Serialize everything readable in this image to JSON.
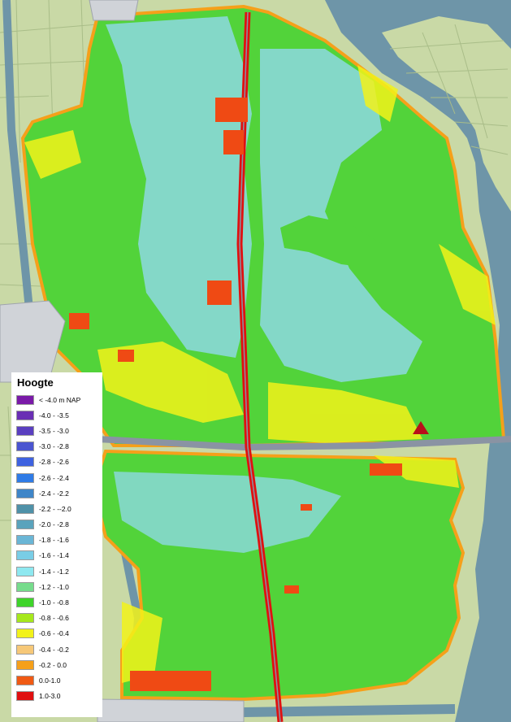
{
  "legend": {
    "title": "Hoogte",
    "classes": [
      {
        "label": "< -4.0 m NAP",
        "color": "#7a1aa8"
      },
      {
        "label": "-4.0 - -3.5",
        "color": "#6a2fb4"
      },
      {
        "label": "-3.5 - -3.0",
        "color": "#5a3fc0"
      },
      {
        "label": "-3.0 - -2.8",
        "color": "#4a55d0"
      },
      {
        "label": "-2.8 - -2.6",
        "color": "#3e62e0"
      },
      {
        "label": "-2.6 - -2.4",
        "color": "#2f7be6"
      },
      {
        "label": "-2.4 - -2.2",
        "color": "#3f86c8"
      },
      {
        "label": "-2.2 - --2.0",
        "color": "#4f91a8"
      },
      {
        "label": "-2.0 - -2.8",
        "color": "#5aa3bc"
      },
      {
        "label": "-1.8 - -1.6",
        "color": "#6ab6d6"
      },
      {
        "label": "-1.6 - -1.4",
        "color": "#79cde6"
      },
      {
        "label": "-1.4 - -1.2",
        "color": "#8ee8f0"
      },
      {
        "label": "-1.2 - -1.0",
        "color": "#76dc8c"
      },
      {
        "label": "-1.0 - -0.8",
        "color": "#3fd42a"
      },
      {
        "label": "-0.8 - -0.6",
        "color": "#a6e81c"
      },
      {
        "label": "-0.6 - -0.4",
        "color": "#f2f21a"
      },
      {
        "label": "-0.4 - -0.2",
        "color": "#f6c878"
      },
      {
        "label": "-0.2 - 0.0",
        "color": "#f5a01a"
      },
      {
        "label": "0.0-1.0",
        "color": "#f05a14"
      },
      {
        "label": "1.0-3.0",
        "color": "#e01010"
      }
    ]
  },
  "colors": {
    "water": "#6e95a8",
    "land_background": "#c9d9a6",
    "road": "#8a93a3",
    "field": "#52d33a",
    "low_area": "#8ad8d8",
    "high_area": "#ef4a14",
    "dike_edge": "#f0e030"
  }
}
